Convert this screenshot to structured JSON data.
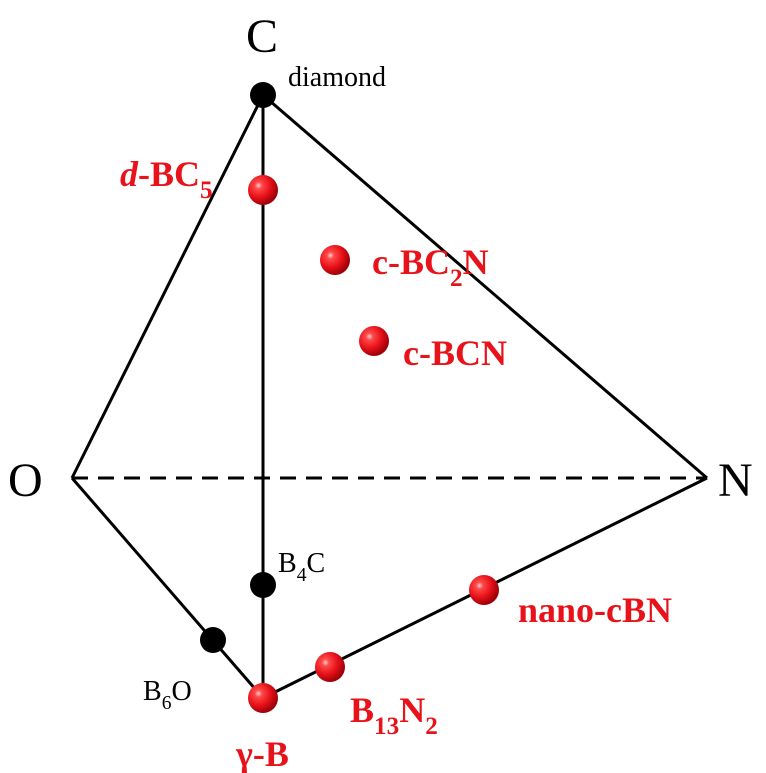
{
  "vertices": {
    "carbon": "C",
    "oxygen": "O",
    "nitrogen": "N"
  },
  "known_phases": {
    "diamond": "diamond",
    "b4c": {
      "main": "B",
      "sub": "4",
      "tail": "C"
    },
    "b6o": {
      "main": "B",
      "sub": "6",
      "tail": "O"
    }
  },
  "new_phases": {
    "d_bc5": {
      "prefix": "d",
      "main": "-BC",
      "sub": "5"
    },
    "c_bc2n": {
      "main": "c-BC",
      "sub": "2",
      "tail": "N"
    },
    "c_bcn": {
      "main": "c-BCN"
    },
    "nano_cbn": {
      "main": "nano-cBN"
    },
    "b13n2": {
      "main": "B",
      "sub1": "13",
      "mid": "N",
      "sub2": "2"
    },
    "gamma_b": {
      "main": "γ-B"
    }
  },
  "colors": {
    "edge": "#000000",
    "known_marker": "#000000",
    "new_marker": "#e8121a",
    "new_label": "#e8121a"
  }
}
